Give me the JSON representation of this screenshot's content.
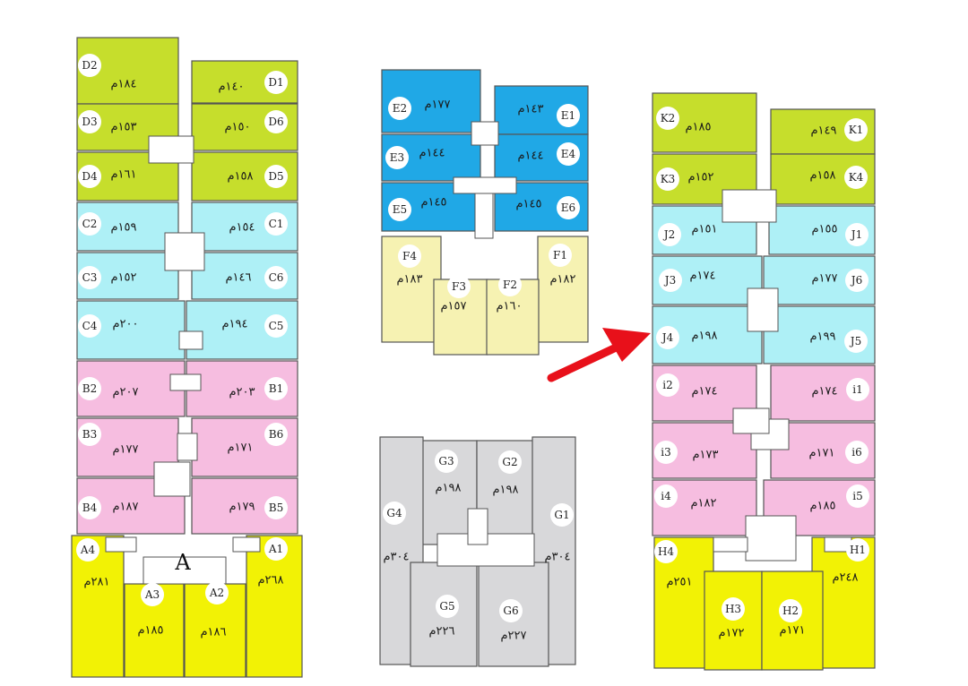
{
  "colors": {
    "lime": "#c6de2c",
    "cyan": "#aef0f6",
    "pink": "#f6bde0",
    "yellow": "#f2f205",
    "blue": "#20a8e6",
    "cream": "#f6f2b2",
    "gray": "#d8d8da",
    "arrow": "#e8101a"
  },
  "block_letter": "A",
  "units": {
    "D2": {
      "code": "D2",
      "area": "١٨٤م"
    },
    "D1": {
      "code": "D1",
      "area": "١٤٠م"
    },
    "D3": {
      "code": "D3",
      "area": "١٥٣م"
    },
    "D6": {
      "code": "D6",
      "area": "١٥٠م"
    },
    "D4": {
      "code": "D4",
      "area": "١٦١م"
    },
    "D5": {
      "code": "D5",
      "area": "١٥٨م"
    },
    "C2": {
      "code": "C2",
      "area": "١٥٩م"
    },
    "C1": {
      "code": "C1",
      "area": "١٥٤م"
    },
    "C3": {
      "code": "C3",
      "area": "١٥٢م"
    },
    "C6": {
      "code": "C6",
      "area": "١٤٦م"
    },
    "C4": {
      "code": "C4",
      "area": "٢٠٠م"
    },
    "C5": {
      "code": "C5",
      "area": "١٩٤م"
    },
    "B2": {
      "code": "B2",
      "area": "٢٠٧م"
    },
    "B1": {
      "code": "B1",
      "area": "٢٠٣م"
    },
    "B3": {
      "code": "B3",
      "area": "١٧٧م"
    },
    "B6": {
      "code": "B6",
      "area": "١٧١م"
    },
    "B4": {
      "code": "B4",
      "area": "١٨٧م"
    },
    "B5": {
      "code": "B5",
      "area": "١٧٩م"
    },
    "A4": {
      "code": "A4",
      "area": "٢٨١م"
    },
    "A1": {
      "code": "A1",
      "area": "٢٦٨م"
    },
    "A3": {
      "code": "A3",
      "area": "١٨٥م"
    },
    "A2": {
      "code": "A2",
      "area": "١٨٦م"
    },
    "E2": {
      "code": "E2",
      "area": "١٧٧م"
    },
    "E1": {
      "code": "E1",
      "area": "١٤٣م"
    },
    "E3": {
      "code": "E3",
      "area": "١٤٤م"
    },
    "E4": {
      "code": "E4",
      "area": "١٤٤م"
    },
    "E5": {
      "code": "E5",
      "area": "١٤٥م"
    },
    "E6": {
      "code": "E6",
      "area": "١٤٥م"
    },
    "F4": {
      "code": "F4",
      "area": "١٨٣م"
    },
    "F1": {
      "code": "F1",
      "area": "١٨٢م"
    },
    "F3": {
      "code": "F3",
      "area": "١٥٧م"
    },
    "F2": {
      "code": "F2",
      "area": "١٦٠م"
    },
    "G3": {
      "code": "G3",
      "area": "١٩٨م"
    },
    "G2": {
      "code": "G2",
      "area": "١٩٨م"
    },
    "G4": {
      "code": "G4",
      "area": "٣٠٤م"
    },
    "G1": {
      "code": "G1",
      "area": "٣٠٤م"
    },
    "G5": {
      "code": "G5",
      "area": "٢٢٦م"
    },
    "G6": {
      "code": "G6",
      "area": "٢٢٧م"
    },
    "K2": {
      "code": "K2",
      "area": "١٨٥م"
    },
    "K1": {
      "code": "K1",
      "area": "١٤٩م"
    },
    "K3": {
      "code": "K3",
      "area": "١٥٢م"
    },
    "K4": {
      "code": "K4",
      "area": "١٥٨م"
    },
    "J2": {
      "code": "J2",
      "area": "١٥١م"
    },
    "J1": {
      "code": "J1",
      "area": "١٥٥م"
    },
    "J3": {
      "code": "J3",
      "area": "١٧٤م"
    },
    "J6": {
      "code": "J6",
      "area": "١٧٧م"
    },
    "J4": {
      "code": "J4",
      "area": "١٩٨م"
    },
    "J5": {
      "code": "J5",
      "area": "١٩٩م"
    },
    "i2": {
      "code": "i2",
      "area": "١٧٤م"
    },
    "i1": {
      "code": "i1",
      "area": "١٧٤م"
    },
    "i3": {
      "code": "i3",
      "area": "١٧٣م"
    },
    "i6": {
      "code": "i6",
      "area": "١٧١م"
    },
    "i4": {
      "code": "i4",
      "area": "١٨٢م"
    },
    "i5": {
      "code": "i5",
      "area": "١٨٥م"
    },
    "H4": {
      "code": "H4",
      "area": "٢٥١م"
    },
    "H1": {
      "code": "H1",
      "area": "٢٤٨م"
    },
    "H3": {
      "code": "H3",
      "area": "١٧٢م"
    },
    "H2": {
      "code": "H2",
      "area": "١٧١م"
    }
  }
}
